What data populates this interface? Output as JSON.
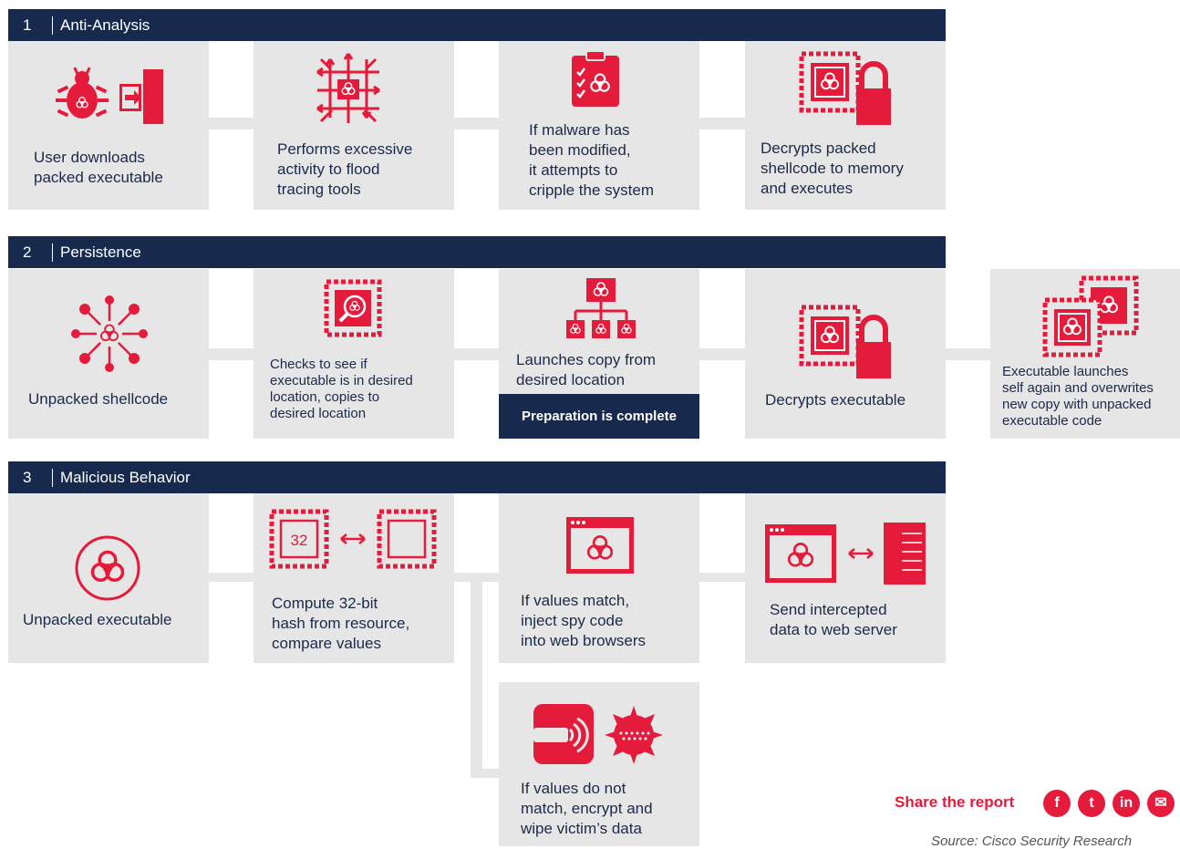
{
  "colors": {
    "accent": "#e41b3b",
    "navy": "#172a4e",
    "panel": "#e6e6e6"
  },
  "sections": [
    {
      "number": "1",
      "title": "Anti-Analysis"
    },
    {
      "number": "2",
      "title": "Persistence"
    },
    {
      "number": "3",
      "title": "Malicious Behavior"
    }
  ],
  "steps": {
    "s1": [
      {
        "label": "User downloads packed executable",
        "lines": [
          "User downloads",
          "packed executable"
        ],
        "icon": "bug-and-enter-icon"
      },
      {
        "label": "Performs excessive activity to flood tracing tools",
        "lines": [
          "Performs excessive",
          "activity to flood",
          "tracing tools"
        ],
        "icon": "flood-arrows-icon"
      },
      {
        "label": "If malware has been modified, it attempts to cripple the system",
        "lines": [
          "If malware has",
          "been modified,",
          "it attempts to",
          "cripple the system"
        ],
        "icon": "checklist-biohazard-icon"
      },
      {
        "label": "Decrypts packed shellcode to memory and executes",
        "lines": [
          "Decrypts packed",
          "shellcode to memory",
          "and executes"
        ],
        "icon": "chip-lock-icon"
      }
    ],
    "s2": [
      {
        "label": "Unpacked shellcode",
        "lines": [
          "Unpacked shellcode"
        ],
        "icon": "network-biohazard-icon"
      },
      {
        "label": "Checks to see if executable is in desired location, copies to desired location",
        "lines": [
          "Checks to see if",
          "executable is in desired",
          "location, copies to",
          "desired location"
        ],
        "icon": "chip-magnifier-icon"
      },
      {
        "label": "Launches copy from desired location",
        "lines": [
          "Launches copy from",
          "desired location"
        ],
        "icon": "hierarchy-icon",
        "badge": "Preparation is complete"
      },
      {
        "label": "Decrypts executable",
        "lines": [
          "Decrypts executable"
        ],
        "icon": "chip-lock-icon"
      },
      {
        "label": "Executable launches self again and overwrites new copy with unpacked executable code",
        "lines": [
          "Executable launches",
          "self again and overwrites",
          "new copy with unpacked",
          "executable code"
        ],
        "icon": "double-chip-icon"
      }
    ],
    "s3": [
      {
        "label": "Unpacked executable",
        "lines": [
          "Unpacked executable"
        ],
        "icon": "biohazard-circle-icon"
      },
      {
        "label": "Compute 32-bit hash from resource, compare values",
        "lines": [
          "Compute 32-bit",
          "hash from resource,",
          "compare values"
        ],
        "icon": "hash-compare-icon",
        "chip_text": "32"
      },
      {
        "label": "If values match, inject spy code into web browsers",
        "lines": [
          "If values match,",
          "inject spy code",
          "into web browsers"
        ],
        "icon": "browser-biohazard-icon"
      },
      {
        "label": "Send intercepted data to web server",
        "lines": [
          "Send intercepted",
          "data to web server"
        ],
        "icon": "browser-server-icon"
      },
      {
        "label": "If values do not match, encrypt and wipe victim's data",
        "lines": [
          "If values do not",
          "match, encrypt and",
          "wipe victim’s data"
        ],
        "icon": "disk-virus-icon"
      }
    ]
  },
  "footer": {
    "share_label": "Share the report",
    "social": [
      {
        "name": "facebook-icon",
        "glyph": "f"
      },
      {
        "name": "twitter-icon",
        "glyph": "t"
      },
      {
        "name": "linkedin-icon",
        "glyph": "in"
      },
      {
        "name": "email-icon",
        "glyph": "✉"
      }
    ],
    "source": "Source: Cisco Security Research"
  }
}
